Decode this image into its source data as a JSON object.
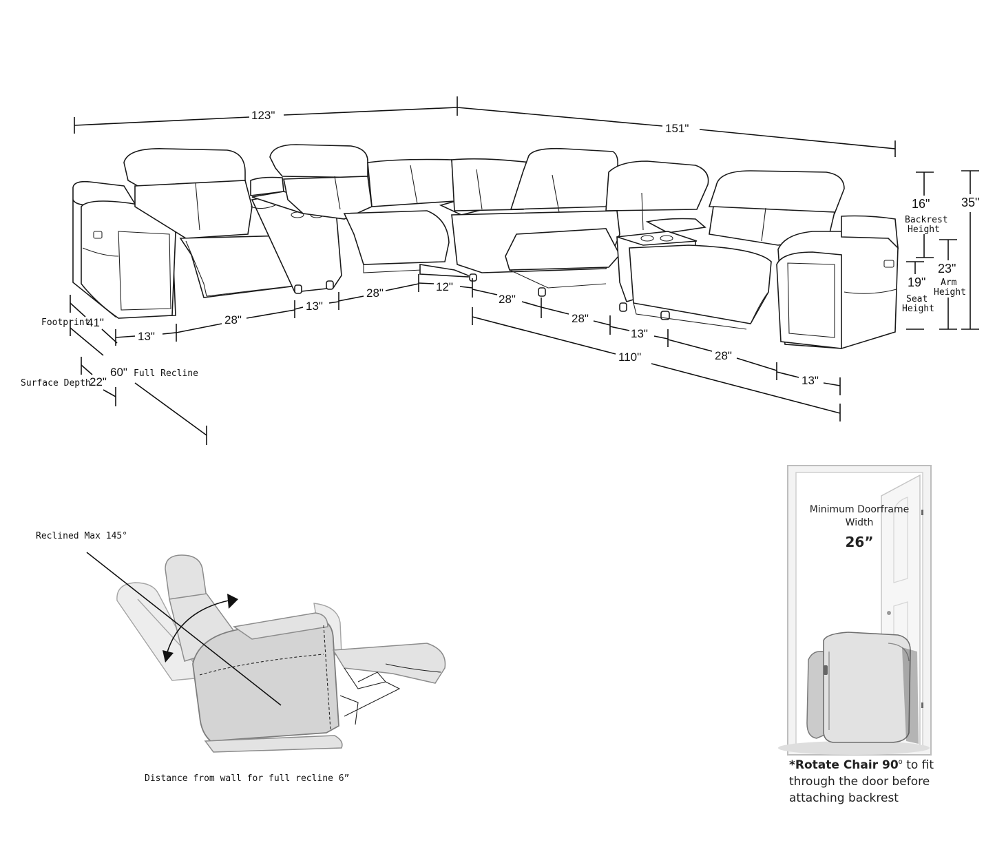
{
  "dimensions": {
    "top_left": "123\"",
    "top_right": "151\"",
    "backrest_value": "16\"",
    "backrest_label_1": "Backrest",
    "backrest_label_2": "Height",
    "total_height": "35\"",
    "arm_value": "23\"",
    "arm_label_1": "Arm",
    "arm_label_2": "Height",
    "seat_value": "19\"",
    "seat_label_1": "Seat",
    "seat_label_2": "Height",
    "footprint_label": "Footprint",
    "footprint_value": "41\"",
    "full_recline_value": "60\"",
    "full_recline_label": "Full Recline",
    "surface_depth_label": "Surface Depth",
    "surface_depth_value": "22\"",
    "front_left": [
      "13\"",
      "28\"",
      "13\"",
      "28\"",
      "12\""
    ],
    "front_right": [
      "28\"",
      "28\"",
      "13\"",
      "28\"",
      "13\""
    ],
    "right_overall": "110\""
  },
  "recline": {
    "max_label": "Reclined Max 145°",
    "wall_note": "Distance from wall for full recline 6”"
  },
  "door": {
    "title_1": "Minimum Doorframe",
    "title_2": "Width",
    "width_value": "26”",
    "note_bold": "*Rotate Chair 90",
    "note_degree": "o",
    "note_rest_1": " to fit",
    "note_line_2": "through the door before",
    "note_line_3": "attaching backrest"
  },
  "icons": [
    "sectional-sofa-drawing",
    "recliner-drawing",
    "door-frame-drawing",
    "power-button-icon",
    "cup-holder-icon"
  ]
}
